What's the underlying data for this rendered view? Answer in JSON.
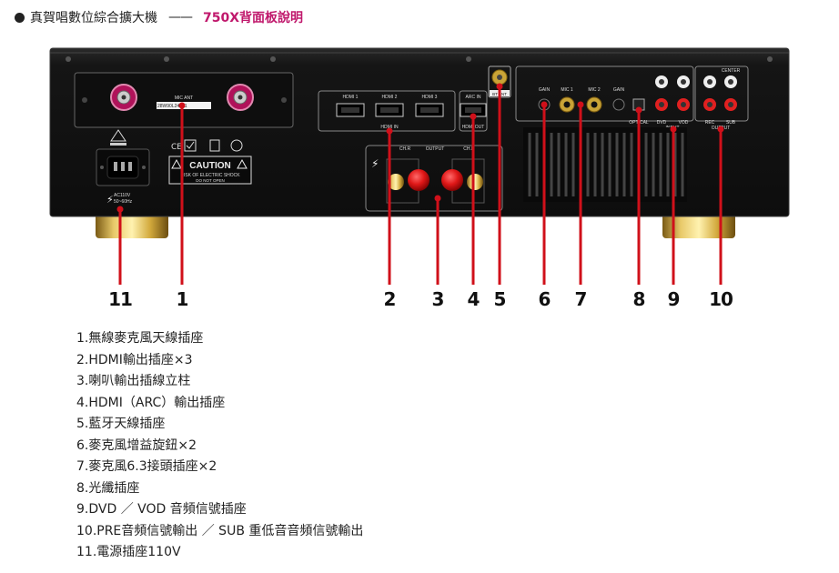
{
  "header": {
    "title": "真賀唱數位綜合擴大機",
    "dash": "——",
    "model": "750X背面板說明"
  },
  "panel": {
    "mic_ant": "MIC ANT",
    "mic_serial": "28W90L24501",
    "hdmi1": "HDMI 1",
    "hdmi2": "HDMI 2",
    "hdmi3": "HDMI 3",
    "hdmi_in": "HDMI IN",
    "arc_in": "ARC IN",
    "hdmi_out": "HDMI OUT",
    "bt_ant": "BT ANT",
    "gain_left": "GAIN",
    "mic1": "MIC 1",
    "mic2": "MIC 2",
    "gain_right": "GAIN",
    "optical": "OPTICAL",
    "dvd": "DVD",
    "vod": "VOD",
    "input": "INPUT",
    "center": "CENTER",
    "rec": "REC",
    "sub": "SUB",
    "output_rca": "OUTPUT",
    "chr": "CH.R",
    "output_spk": "OUTPUT",
    "chl": "CH.L",
    "caution": "CAUTION",
    "caution_line1": "RISK OF ELECTRIC SHOCK",
    "caution_line2": "DO NOT OPEN",
    "ac_line1": "AC110V",
    "ac_line2": "50~60Hz"
  },
  "callouts": [
    "11",
    "1",
    "2",
    "3",
    "4",
    "5",
    "6",
    "7",
    "8",
    "9",
    "10"
  ],
  "legend": [
    "1.無線麥克風天線插座",
    "2.HDMI輸出插座×3",
    "3.喇叭輸出插線立柱",
    "4.HDMI（ARC）輸出插座",
    "5.藍牙天線插座",
    "6.麥克風增益旋鈕×2",
    "7.麥克風6.3接頭插座×2",
    "8.光纖插座",
    "9.DVD ／ VOD 音頻信號插座",
    "10.PRE音頻信號輸出 ／ SUB 重低音音頻信號輸出",
    "11.電源插座110V"
  ],
  "colors": {
    "accent": "#c0186c",
    "callout_line": "#d0101a",
    "chassis": "#161616",
    "gold": "#c9a437"
  }
}
